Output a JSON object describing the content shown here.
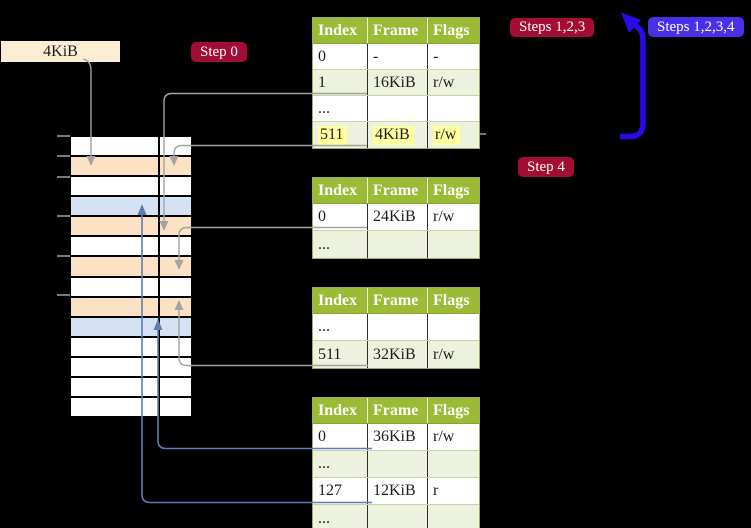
{
  "frame_label": {
    "text": "4KiB"
  },
  "badges": {
    "step0": {
      "label": "Step 0"
    },
    "steps123": {
      "label": "Steps 1,2,3"
    },
    "steps1234": {
      "label": "Steps 1,2,3,4"
    },
    "step4": {
      "label": "Step 4"
    }
  },
  "memory": {
    "rows": [
      "plain",
      "frame",
      "plain",
      "target",
      "frame",
      "plain",
      "frame",
      "plain",
      "frame",
      "target",
      "plain",
      "plain",
      "plain",
      "plain"
    ]
  },
  "tables": [
    {
      "name": "page-table-level-top",
      "headers": [
        "Index",
        "Frame",
        "Flags"
      ],
      "rows": [
        {
          "cells": [
            "0",
            "-",
            "-"
          ],
          "shaded": false,
          "highlight": false
        },
        {
          "cells": [
            "1",
            "16KiB",
            "r/w"
          ],
          "shaded": true,
          "highlight": false
        },
        {
          "cells": [
            "...",
            "",
            ""
          ],
          "shaded": false,
          "highlight": false
        },
        {
          "cells": [
            "511",
            "4KiB",
            "r/w"
          ],
          "shaded": true,
          "highlight": true
        }
      ]
    },
    {
      "name": "page-table-level-2",
      "headers": [
        "Index",
        "Frame",
        "Flags"
      ],
      "rows": [
        {
          "cells": [
            "0",
            "24KiB",
            "r/w"
          ],
          "shaded": false,
          "highlight": false
        },
        {
          "cells": [
            "...",
            "",
            ""
          ],
          "shaded": true,
          "highlight": false
        }
      ]
    },
    {
      "name": "page-table-level-3",
      "headers": [
        "Index",
        "Frame",
        "Flags"
      ],
      "rows": [
        {
          "cells": [
            "...",
            "",
            ""
          ],
          "shaded": false,
          "highlight": false
        },
        {
          "cells": [
            "511",
            "32KiB",
            "r/w"
          ],
          "shaded": true,
          "highlight": false
        }
      ]
    },
    {
      "name": "page-table-level-4",
      "headers": [
        "Index",
        "Frame",
        "Flags"
      ],
      "rows": [
        {
          "cells": [
            "0",
            "36KiB",
            "r/w"
          ],
          "shaded": false,
          "highlight": false
        },
        {
          "cells": [
            "...",
            "",
            ""
          ],
          "shaded": true,
          "highlight": false
        },
        {
          "cells": [
            "127",
            "12KiB",
            "r"
          ],
          "shaded": false,
          "highlight": false
        },
        {
          "cells": [
            "...",
            "",
            ""
          ],
          "shaded": true,
          "highlight": false
        }
      ]
    }
  ],
  "colors": {
    "header_green": "#9BBA35",
    "row_shade": "#EDF2DE",
    "highlight_yellow": "#FFFF9E",
    "frame_orange": "#FCE2C4",
    "frame_blue": "#D4E2F4",
    "label_cream": "#FBEED3",
    "badge_red": "#A40D33",
    "badge_indigo": "#4A30E8",
    "arrow_indigo": "#2A0AE8",
    "connector_gray": "#A3A3A3",
    "connector_blue": "#5F7DB5"
  }
}
